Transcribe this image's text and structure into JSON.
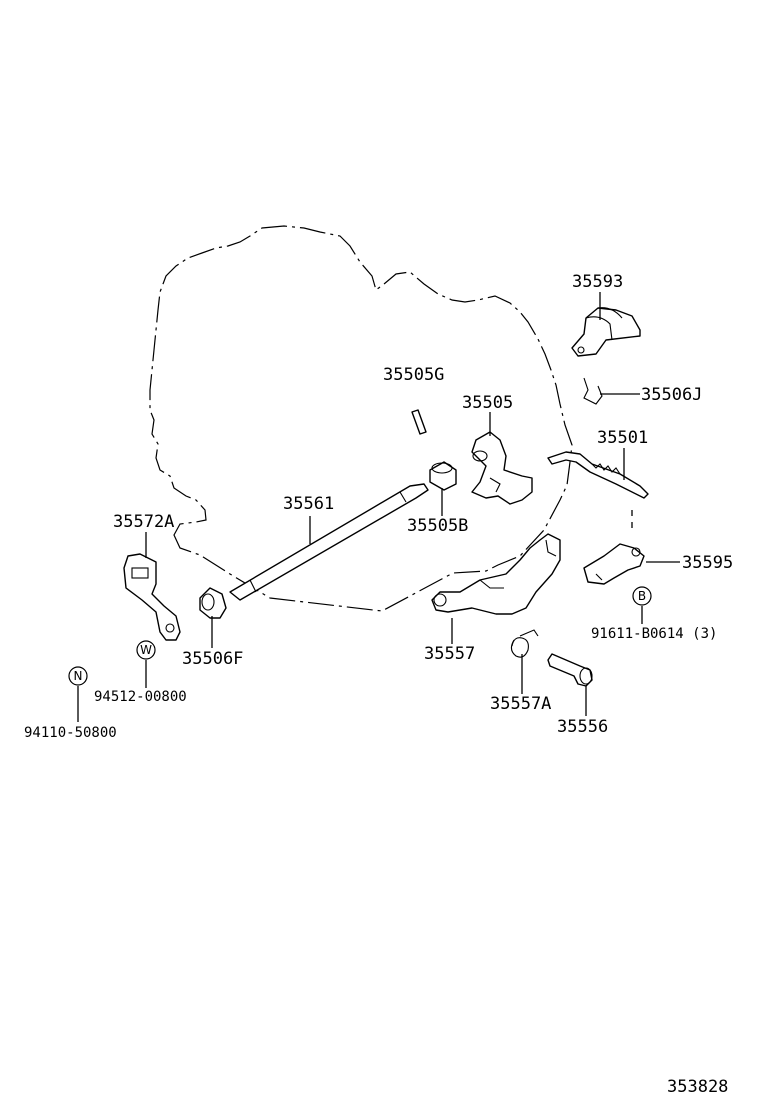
{
  "parts": {
    "p35593": "35593",
    "p35506J": "35506J",
    "p35505G": "35505G",
    "p35505": "35505",
    "p35501": "35501",
    "p35561": "35561",
    "p35505B": "35505B",
    "p35572A": "35572A",
    "p35595": "35595",
    "pB0614": "91611-B0614 (3)",
    "p35506F": "35506F",
    "p35557": "35557",
    "p94512": "94512-00800",
    "p94110": "94110-50800",
    "p35557A": "35557A",
    "p35556": "35556"
  },
  "markers": {
    "B": "B",
    "W": "W",
    "N": "N"
  },
  "diagram_id": "353828"
}
